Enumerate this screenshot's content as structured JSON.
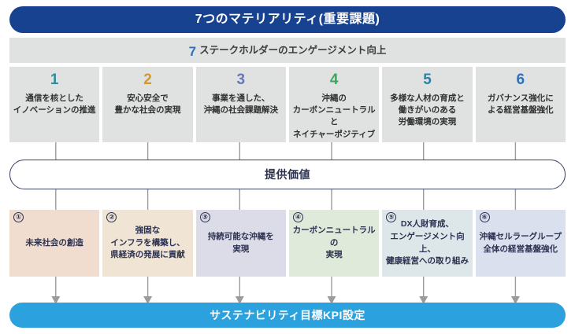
{
  "header": {
    "title": "7つのマテリアリティ(重要課題)",
    "bar_color": "#17428f"
  },
  "stakeholder": {
    "number": "7",
    "number_color": "#2d72b9",
    "label": "ステークホルダーのエンゲージメント向上",
    "band_color": "#e0e1e1"
  },
  "materialities": [
    {
      "number": "1",
      "number_color": "#2f8b9e",
      "text": "通信を核とした\nイノベーションの推進"
    },
    {
      "number": "2",
      "number_color": "#d39a2a",
      "text": "安心安全で\n豊かな社会の実現"
    },
    {
      "number": "3",
      "number_color": "#6577bb",
      "text": "事業を通した、\n沖縄の社会課題解決"
    },
    {
      "number": "4",
      "number_color": "#3aa85a",
      "text": "沖縄の\nカーボンニュートラルと\nネイチャーポジティブ"
    },
    {
      "number": "5",
      "number_color": "#2f7fa0",
      "text": "多様な人材の育成と\n働きがいのある\n労働環境の実現"
    },
    {
      "number": "6",
      "number_color": "#2d72b9",
      "text": "ガバナンス強化に\nよる経営基盤強化"
    }
  ],
  "value_band": {
    "label": "提供価値",
    "border_color": "#3a4161"
  },
  "values": [
    {
      "badge": "①",
      "text": "未来社会の創造",
      "bg_color": "#f0ddd0"
    },
    {
      "badge": "②",
      "text": "強固な\nインフラを構築し、\n県経済の発展に貢献",
      "bg_color": "#f0e5d4"
    },
    {
      "badge": "③",
      "text": "持続可能な沖縄を\n実現",
      "bg_color": "#dcdce9"
    },
    {
      "badge": "④",
      "text": "カーボンニュートラルの\n実現",
      "bg_color": "#dfeadb"
    },
    {
      "badge": "⑤",
      "text": "DX人財育成、\nエンゲージメント向上、\n健康経営への取り組み",
      "bg_color": "#dde6e9"
    },
    {
      "badge": "⑥",
      "text": "沖縄セルラーグループ\n全体の経営基盤強化",
      "bg_color": "#dbe0ef"
    }
  ],
  "footer": {
    "title": "サステナビリティ目標KPI設定",
    "bar_color": "#2ba1de"
  },
  "connectors": {
    "line_color": "#9b9b9b",
    "arrow_color": "#9b9b9b"
  }
}
